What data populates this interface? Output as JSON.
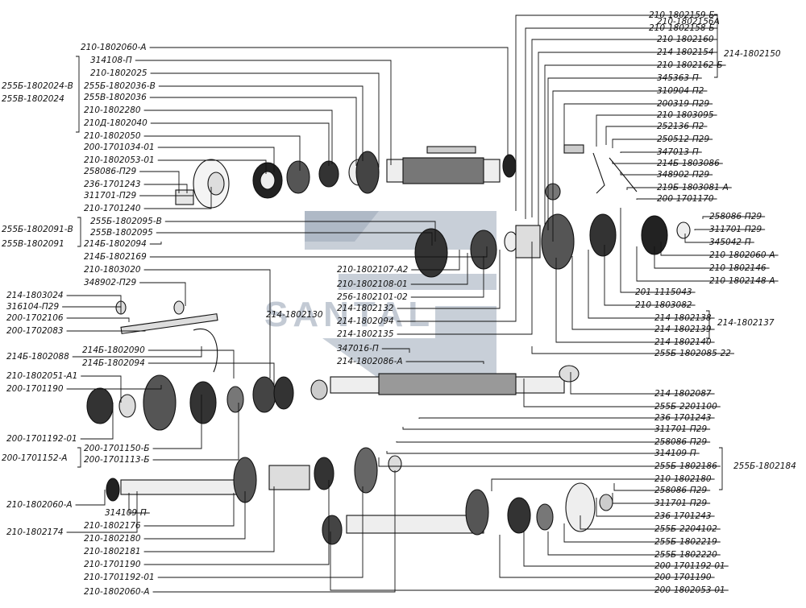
{
  "labels_left": [
    "210-1802060-А",
    "314108-П",
    "210-1802025",
    "255Б-1802036-В",
    "255В-1802036",
    "210-1802280",
    "210Д-1802040",
    "210-1802050",
    "200-1701034-01",
    "210-1802053-01",
    "258086-П29",
    "236-1701243",
    "311701-П29",
    "210-1701240",
    "255Б-1802095-В",
    "255В-1802095",
    "214Б-1802094",
    "214Б-1802169",
    "210-1803020",
    "348902-П29",
    "214-1803024",
    "316104-П29",
    "200-1702106",
    "200-1702083",
    "214Б-1802088",
    "214Б-1802090",
    "214Б-1802094",
    "210-1802051-А1",
    "200-1701190",
    "200-1701192-01",
    "200-1701150-Б",
    "200-1701113-Б",
    "210-1802060-А",
    "314109-П",
    "210-1802174",
    "210-1802176",
    "210-1802180",
    "210-1802181",
    "210-1701190",
    "210-1701192-01",
    "210-1802060-А"
  ],
  "labels_group_left": [
    "255Б-1802024-В",
    "255В-1802024",
    "255Б-1802091-В",
    "255В-1802091",
    "200-1701152-А"
  ],
  "labels_right_top": [
    "210-1802159-Б",
    "210-1802158-Б",
    "210-1802156А",
    "210-1802160",
    "214-1802154",
    "210-1802162-Б",
    "345363-П",
    "310904-П2",
    "200319-П29",
    "210-1803095",
    "252136-П2",
    "250512-П29",
    "347013-П",
    "214Б-1803086",
    "348902-П29",
    "219Б-1803081-А",
    "200-1701170",
    "258086-П29",
    "311701-П29",
    "345042-П",
    "210-1802060-А",
    "210-1802146",
    "210-1802148-А"
  ],
  "labels_group_right": [
    "214-1802150",
    "214-1802137",
    "255Б-1802184"
  ],
  "labels_center": [
    "210-1802107-А2",
    "210-1802108-01",
    "256-1802101-02",
    "214-1802130",
    "214-1802132",
    "214-1802094",
    "214-1802135",
    "347016-П",
    "214-1802086-А"
  ],
  "labels_right_mid": [
    "201-1115043",
    "210-1803082",
    "214-1802138",
    "214-1802139",
    "214-1802140",
    "255Б-1802085-22",
    "214-1802087",
    "255Б-2201100",
    "236-1701243",
    "311701-П29",
    "258086-П29",
    "314109-П",
    "255Б-1802186",
    "210-1802180",
    "258086-П29",
    "311701-П29",
    "236-1701243",
    "255Б-2204102",
    "255Б-1802219",
    "255Б-1802220",
    "200-1701192-01",
    "200-1701190",
    "200-1802053-01"
  ],
  "watermark": "SANTAL"
}
